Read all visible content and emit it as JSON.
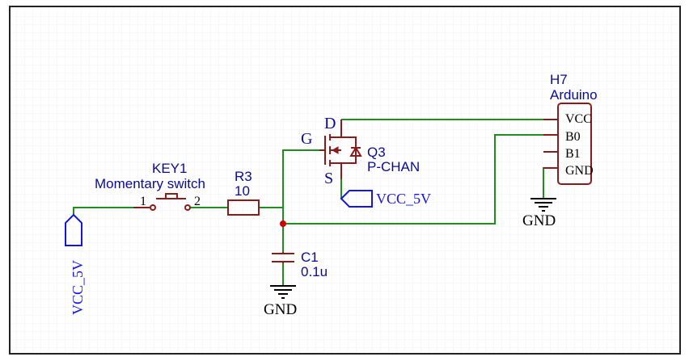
{
  "components": {
    "switch": {
      "ref": "KEY1",
      "value": "Momentary switch",
      "pin1": "1",
      "pin2": "2"
    },
    "resistor": {
      "ref": "R3",
      "value": "10"
    },
    "capacitor": {
      "ref": "C1",
      "value": "0.1u"
    },
    "mosfet": {
      "ref": "Q3",
      "value": "P-CHAN",
      "pin_d": "D",
      "pin_g": "G",
      "pin_s": "S"
    },
    "header": {
      "ref": "H7",
      "value": "Arduino",
      "pins": [
        "VCC",
        "B0",
        "B1",
        "GND"
      ]
    }
  },
  "nets": {
    "vcc_left": "VCC_5V",
    "vcc_source": "VCC_5V",
    "gnd_cap": "GND",
    "gnd_header": "GND"
  },
  "colors": {
    "wire": "#1e8f1e",
    "component": "#8b1a1a",
    "label": "#0a0a96",
    "net_label": "#1414e6",
    "junction": "#cc0000",
    "grid": "#e6e6e6"
  }
}
